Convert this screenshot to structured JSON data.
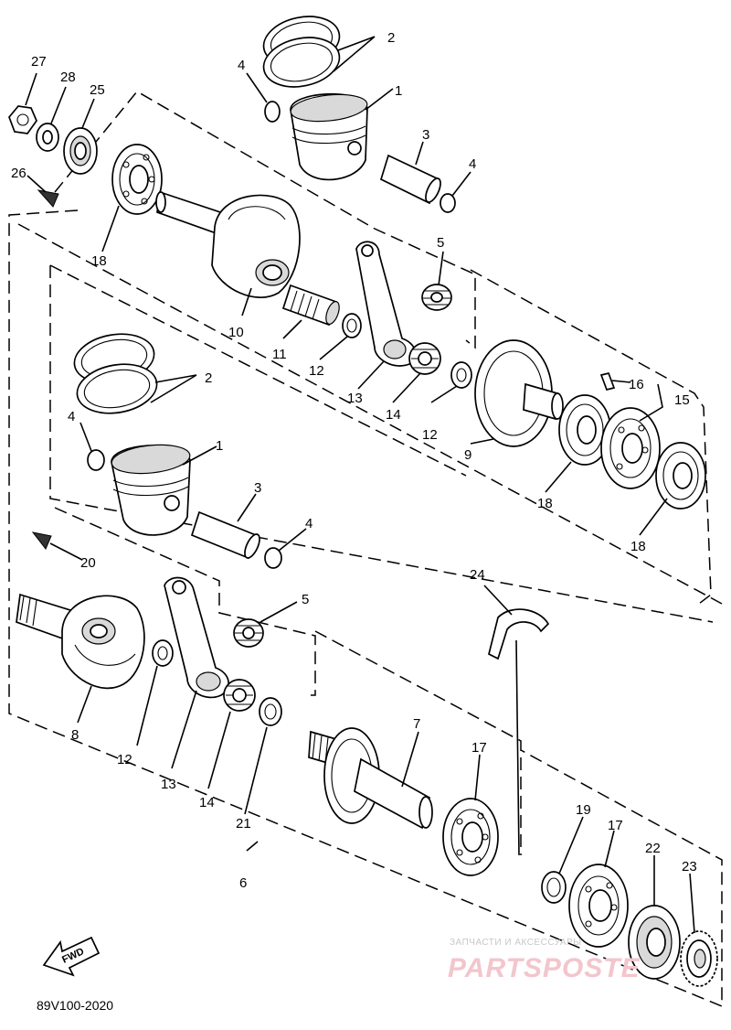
{
  "diagram": {
    "drawing_code": "89V100-2020",
    "fwd_label": "FWD",
    "labels": {
      "l27": "27",
      "l28": "28",
      "l25": "25",
      "l26": "26",
      "l18a": "18",
      "l2a": "2",
      "l4a": "4",
      "l1a": "1",
      "l3a": "3",
      "l4b": "4",
      "l5a": "5",
      "l10": "10",
      "l11": "11",
      "l12a": "12",
      "l13a": "13",
      "l14a": "14",
      "l12b": "12",
      "l9": "9",
      "l16": "16",
      "l15": "15",
      "l18b": "18",
      "l18c": "18",
      "l2b": "2",
      "l4c": "4",
      "l1b": "1",
      "l3b": "3",
      "l4d": "4",
      "l20": "20",
      "l5b": "5",
      "l8": "8",
      "l12c": "12",
      "l13b": "13",
      "l14b": "14",
      "l21": "21",
      "l6": "6",
      "l24": "24",
      "l7": "7",
      "l17a": "17",
      "l19": "19",
      "l17b": "17",
      "l22": "22",
      "l23": "23"
    }
  },
  "watermark": {
    "line1": "ЗАПЧАСТИ И АКСЕССУАРЫ",
    "line2": "PARTSPOSTE"
  }
}
